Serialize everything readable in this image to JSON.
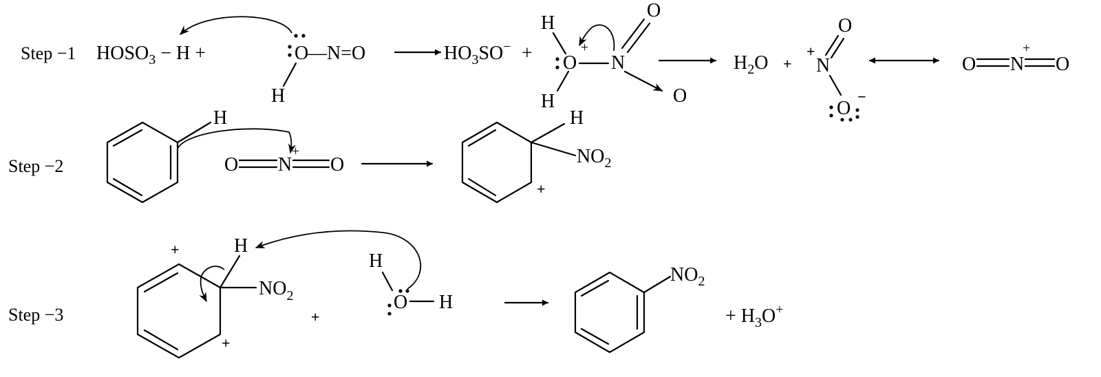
{
  "steps": [
    {
      "label": "Step −1"
    },
    {
      "label": "Step −2"
    },
    {
      "label": "Step −3"
    }
  ],
  "atoms": {
    "H": "H",
    "O": "O",
    "N": "N",
    "no2": "NO",
    "no2_sub": "2"
  },
  "charges": {
    "plus": "+",
    "minus": "−"
  },
  "species": {
    "sulfuric_prefix": "HOSO",
    "sulfuric_sub": "3",
    "sulfuric_suffix": " − H +",
    "nitrous_chain": "—N=O",
    "bisulfate_prefix": "HO",
    "bisulfate_sub": "3",
    "bisulfate_suffix": "SO",
    "bisulfate_charge": "−",
    "plus_sign": "+",
    "water_prefix": "H",
    "water_sub": "2",
    "water_suffix": "O",
    "hydronium_prefix": "+ H",
    "hydronium_sub": "3",
    "hydronium_suffix": "O",
    "hydronium_charge": "+",
    "nitronium_left": "O",
    "nitronium_n": "N",
    "nitronium_right": "O"
  }
}
